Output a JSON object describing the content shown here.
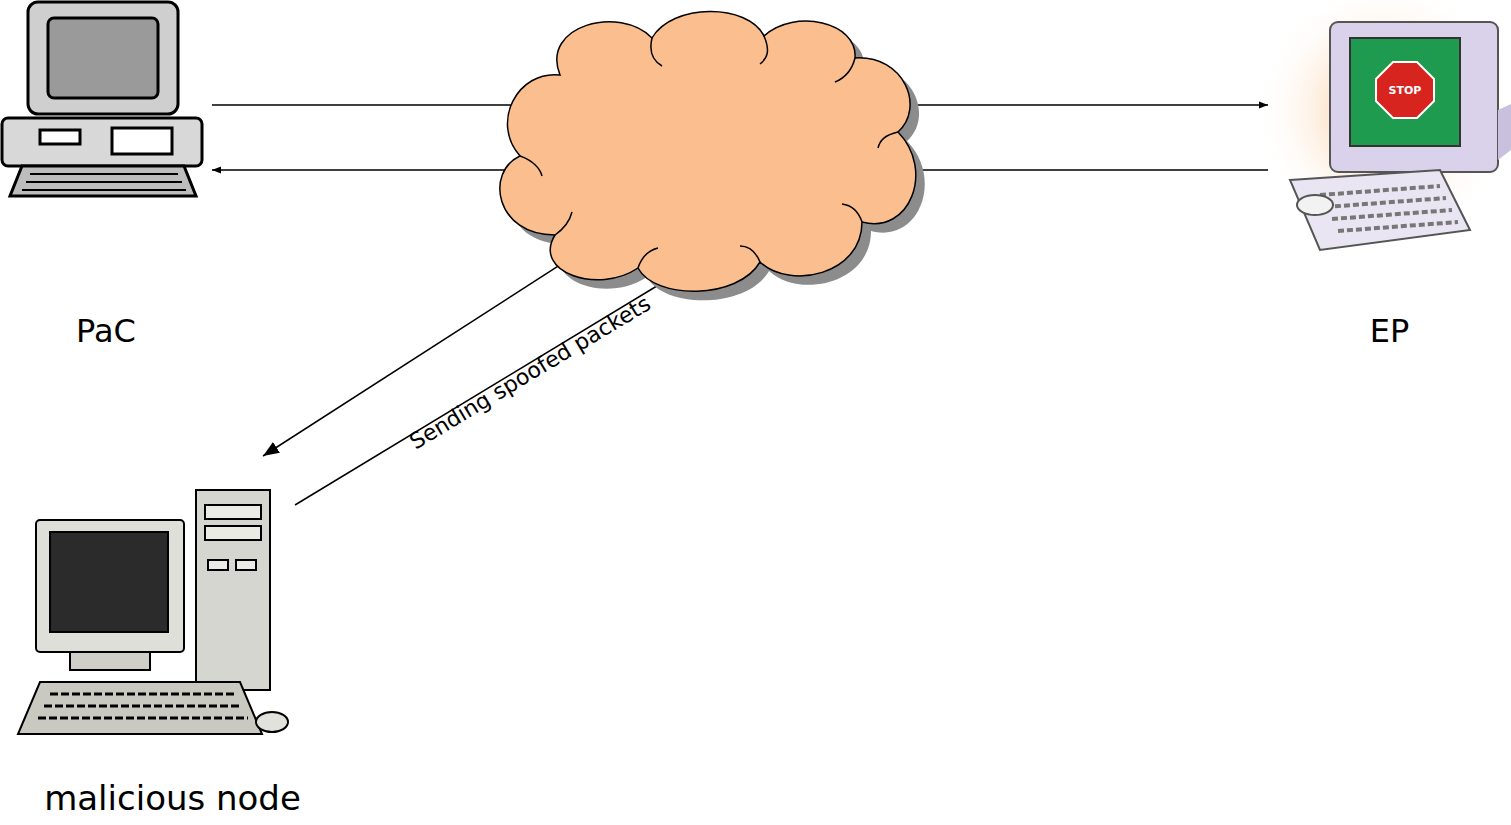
{
  "diagram": {
    "nodes": [
      {
        "text": [
          "PaC"
        ]
      },
      {
        "text": [
          "EP"
        ]
      },
      {
        "text": [
          "malicious node"
        ]
      }
    ],
    "edges": [
      {
        "from": 0,
        "to": 1,
        "arrow": "to"
      },
      {
        "from": 1,
        "to": 0,
        "arrow": "to"
      }
    ],
    "labels": [
      "Sending spoofed packets",
      "STOP"
    ]
  }
}
